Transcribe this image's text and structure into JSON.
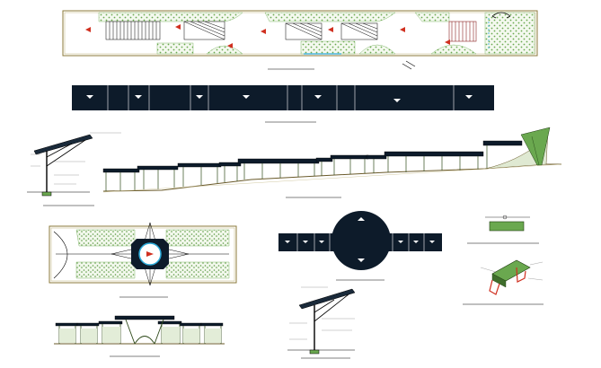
{
  "sheet": {
    "title": "",
    "views": [
      {
        "id": "top-plan",
        "caption": ""
      },
      {
        "id": "roof-plan",
        "caption": ""
      },
      {
        "id": "long-elevation",
        "caption": ""
      },
      {
        "id": "canopy-section-left",
        "caption": ""
      },
      {
        "id": "plaza-plan",
        "caption": ""
      },
      {
        "id": "circular-roof-plan",
        "caption": ""
      },
      {
        "id": "bench-elevation",
        "caption": ""
      },
      {
        "id": "bench-isometric",
        "caption": ""
      },
      {
        "id": "bottom-elevation",
        "caption": ""
      },
      {
        "id": "canopy-section-bottom",
        "caption": ""
      }
    ]
  },
  "colors": {
    "ink": "#000000",
    "roof_fill": "#0d1b2a",
    "plan_border": "#8b7a3a",
    "hatch_green": "#6aa84f",
    "accent_red": "#d03020",
    "accent_cyan": "#29a9d8",
    "caption_gray": "#9a9a9a"
  },
  "icons": [
    "north-arrow-icon",
    "section-arrow-icon"
  ]
}
